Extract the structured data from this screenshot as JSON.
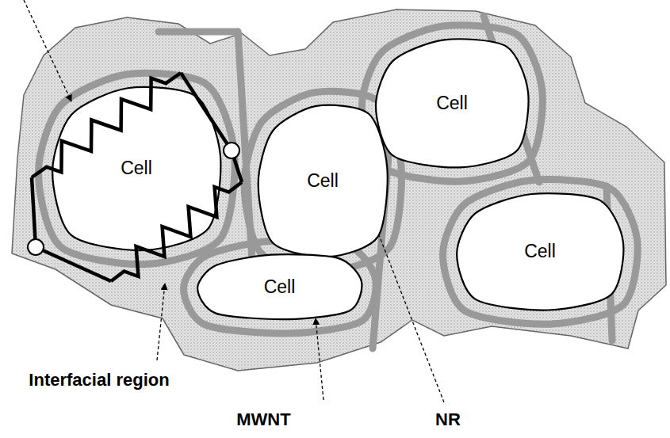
{
  "diagram": {
    "nodes": [
      {
        "text": [
          "Cell"
        ]
      },
      {
        "text": [
          "Cell"
        ]
      },
      {
        "text": [
          "Cell"
        ]
      },
      {
        "text": [
          "Cell"
        ]
      },
      {
        "text": [
          "Cell"
        ]
      }
    ],
    "labels": [
      "Interfacial region",
      "MWNT",
      "NR"
    ]
  }
}
